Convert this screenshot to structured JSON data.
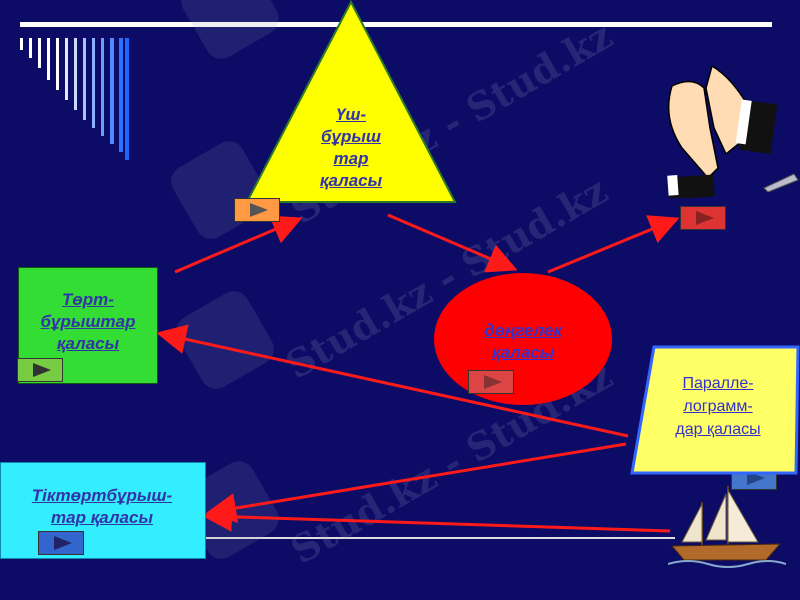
{
  "watermark": "Stud.kz - Stud.kz",
  "nodes": {
    "triangle": "Үш-\nбұрыш\nтар\nқаласы",
    "square": "Төрт-\nбұрыштар\nқаласы",
    "circle": "дөңгелек\nқаласы",
    "parallelogram": "Паралле-\nлограмм-\nдар қаласы",
    "rectangle": "Тіктөртбұрыш-\nтар қаласы"
  },
  "colors": {
    "background": "#0c0c66",
    "triangle": "#ffff00",
    "square": "#33dd33",
    "circle": "#ff0000",
    "parallelogram": "#ffff66",
    "rectangle": "#33eeff",
    "arrow": "#ff1a1a"
  },
  "icons": {
    "play": "play-icon",
    "clap": "clapping-hands-icon",
    "ship": "sailing-ship-icon",
    "pencil": "pencil-icon"
  }
}
